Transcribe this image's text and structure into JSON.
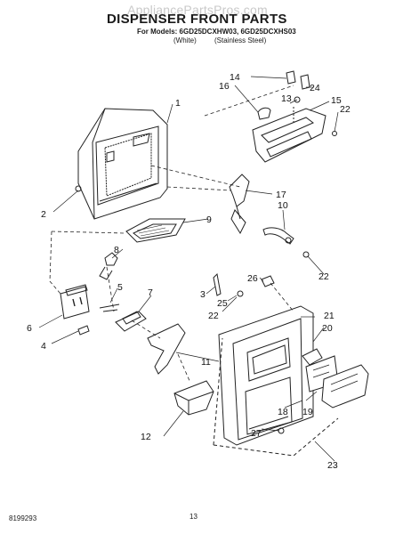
{
  "watermark": "AppliancePartsPros.com",
  "header": {
    "title": "DISPENSER FRONT PARTS",
    "models": "For Models: 6GD25DCXHW03, 6GD25DCXHS03",
    "variant_white": "(White)",
    "variant_stainless": "(Stainless Steel)"
  },
  "callouts": [
    {
      "id": "c1",
      "text": "1"
    },
    {
      "id": "c2",
      "text": "2"
    },
    {
      "id": "c3",
      "text": "3"
    },
    {
      "id": "c4",
      "text": "4"
    },
    {
      "id": "c5",
      "text": "5"
    },
    {
      "id": "c6",
      "text": "6"
    },
    {
      "id": "c7",
      "text": "7"
    },
    {
      "id": "c8",
      "text": "8"
    },
    {
      "id": "c9",
      "text": "9"
    },
    {
      "id": "c10",
      "text": "10"
    },
    {
      "id": "c11",
      "text": "11"
    },
    {
      "id": "c12",
      "text": "12"
    },
    {
      "id": "c13",
      "text": "13"
    },
    {
      "id": "c14",
      "text": "14"
    },
    {
      "id": "c15",
      "text": "15"
    },
    {
      "id": "c16",
      "text": "16"
    },
    {
      "id": "c17",
      "text": "17"
    },
    {
      "id": "c18",
      "text": "18"
    },
    {
      "id": "c19",
      "text": "19"
    },
    {
      "id": "c20",
      "text": "20"
    },
    {
      "id": "c21",
      "text": "21"
    },
    {
      "id": "c22a",
      "text": "22"
    },
    {
      "id": "c22b",
      "text": "22"
    },
    {
      "id": "c22c",
      "text": "22"
    },
    {
      "id": "c23",
      "text": "23"
    },
    {
      "id": "c24",
      "text": "24"
    },
    {
      "id": "c25",
      "text": "25"
    },
    {
      "id": "c26",
      "text": "26"
    },
    {
      "id": "c27",
      "text": "27"
    }
  ],
  "footer": {
    "doc_number": "8199293",
    "page_number": "13"
  }
}
